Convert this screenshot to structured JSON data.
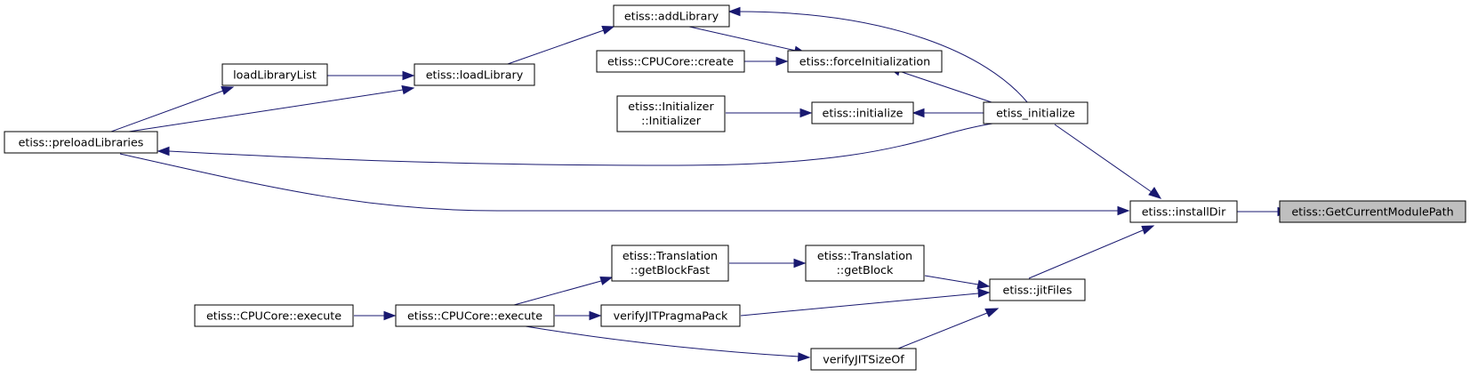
{
  "colors": {
    "edge": "#191970",
    "node_border": "#000000",
    "node_fill": "#ffffff",
    "current_node_fill": "#bfbfbf"
  },
  "nodes": {
    "get_current_module_path": {
      "lines": [
        "etiss::GetCurrentModulePath"
      ]
    },
    "install_dir": {
      "lines": [
        "etiss::installDir"
      ]
    },
    "etiss_initialize": {
      "lines": [
        "etiss_initialize"
      ]
    },
    "jit_files": {
      "lines": [
        "etiss::jitFiles"
      ]
    },
    "add_library": {
      "lines": [
        "etiss::addLibrary"
      ]
    },
    "cpucore_create": {
      "lines": [
        "etiss::CPUCore::create"
      ]
    },
    "force_initialization": {
      "lines": [
        "etiss::forceInitialization"
      ]
    },
    "initializer_ctor": {
      "lines": [
        "etiss::Initializer",
        "::Initializer"
      ]
    },
    "initialize": {
      "lines": [
        "etiss::initialize"
      ]
    },
    "load_library_list": {
      "lines": [
        "loadLibraryList"
      ]
    },
    "load_library": {
      "lines": [
        "etiss::loadLibrary"
      ]
    },
    "preload_libraries": {
      "lines": [
        "etiss::preloadLibraries"
      ]
    },
    "translation_get_block_fast": {
      "lines": [
        "etiss::Translation",
        "::getBlockFast"
      ]
    },
    "translation_get_block": {
      "lines": [
        "etiss::Translation",
        "::getBlock"
      ]
    },
    "cpucore_execute_outer": {
      "lines": [
        "etiss::CPUCore::execute"
      ]
    },
    "cpucore_execute": {
      "lines": [
        "etiss::CPUCore::execute"
      ]
    },
    "verify_jit_pragma_pack": {
      "lines": [
        "verifyJITPragmaPack"
      ]
    },
    "verify_jit_size_of": {
      "lines": [
        "verifyJITSizeOf"
      ]
    }
  },
  "edges": [
    {
      "from": "install_dir",
      "to": "get_current_module_path"
    },
    {
      "from": "etiss_initialize",
      "to": "install_dir"
    },
    {
      "from": "jit_files",
      "to": "install_dir"
    },
    {
      "from": "preload_libraries",
      "to": "install_dir"
    },
    {
      "from": "etiss_initialize",
      "to": "add_library"
    },
    {
      "from": "etiss_initialize",
      "to": "force_initialization"
    },
    {
      "from": "etiss_initialize",
      "to": "initialize"
    },
    {
      "from": "etiss_initialize",
      "to": "preload_libraries"
    },
    {
      "from": "add_library",
      "to": "force_initialization"
    },
    {
      "from": "cpucore_create",
      "to": "force_initialization"
    },
    {
      "from": "initializer_ctor",
      "to": "initialize"
    },
    {
      "from": "load_library_list",
      "to": "load_library"
    },
    {
      "from": "load_library",
      "to": "add_library"
    },
    {
      "from": "preload_libraries",
      "to": "load_library_list"
    },
    {
      "from": "preload_libraries",
      "to": "load_library"
    },
    {
      "from": "translation_get_block",
      "to": "jit_files"
    },
    {
      "from": "verify_jit_pragma_pack",
      "to": "jit_files"
    },
    {
      "from": "verify_jit_size_of",
      "to": "jit_files"
    },
    {
      "from": "translation_get_block_fast",
      "to": "translation_get_block"
    },
    {
      "from": "cpucore_execute",
      "to": "translation_get_block_fast"
    },
    {
      "from": "cpucore_execute",
      "to": "verify_jit_pragma_pack"
    },
    {
      "from": "cpucore_execute",
      "to": "verify_jit_size_of"
    },
    {
      "from": "cpucore_execute_outer",
      "to": "cpucore_execute"
    }
  ]
}
